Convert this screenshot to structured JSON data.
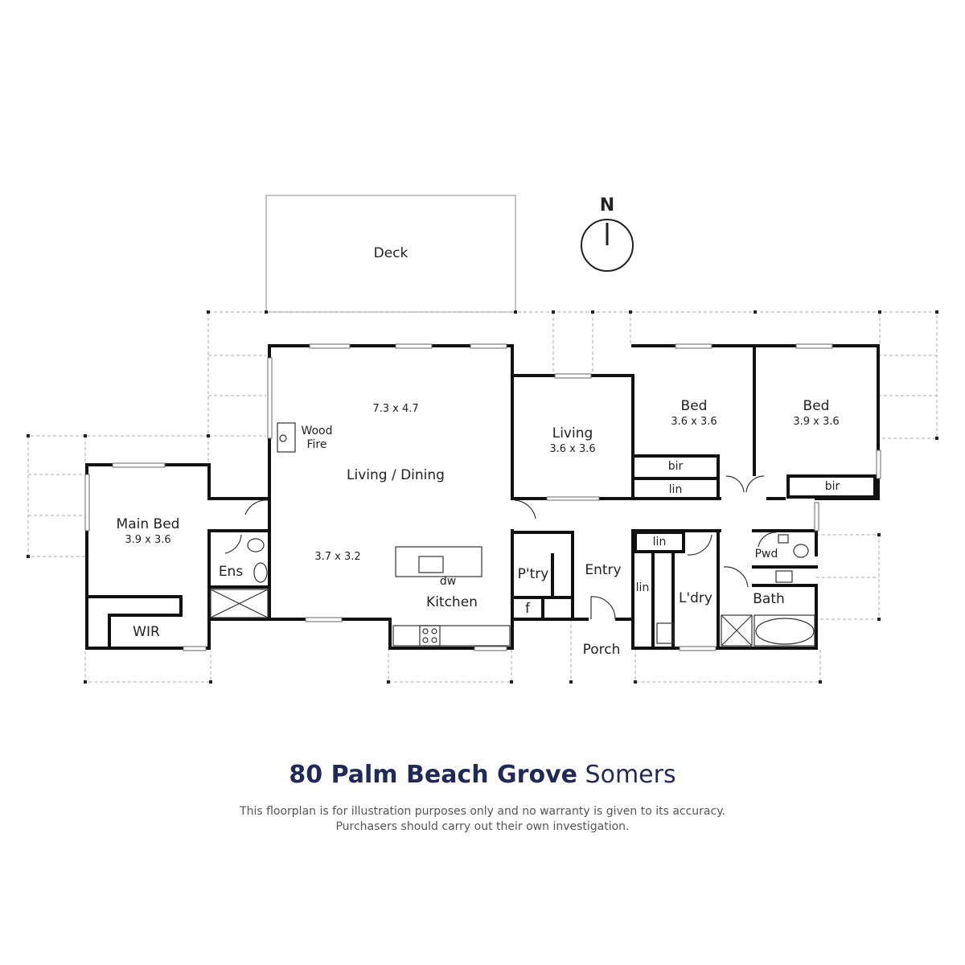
{
  "compass": {
    "label": "N"
  },
  "rooms": {
    "deck": {
      "name": "Deck"
    },
    "living_dining": {
      "dim": "7.3 x 4.7",
      "name": "Living / Dining",
      "fire_line1": "Wood",
      "fire_line2": "Fire"
    },
    "kitchen": {
      "name": "Kitchen",
      "dim": "3.7 x 3.2",
      "dw": "dw"
    },
    "living": {
      "name": "Living",
      "dim": "3.6 x 3.6"
    },
    "bed1": {
      "name": "Bed",
      "dim": "3.6 x 3.6",
      "bir_upper": "bir",
      "lin": "lin"
    },
    "bed2": {
      "name": "Bed",
      "dim": "3.9 x 3.6",
      "bir": "bir"
    },
    "main_bed": {
      "name": "Main Bed",
      "dim": "3.9 x 3.6"
    },
    "ens": {
      "name": "Ens"
    },
    "wir": {
      "name": "WIR"
    },
    "pantry": {
      "name": "P'try",
      "fridge": "f"
    },
    "entry": {
      "name": "Entry"
    },
    "porch": {
      "name": "Porch"
    },
    "laundry": {
      "name": "L'dry",
      "lin_top": "lin",
      "lin_side": "lin"
    },
    "bath": {
      "name": "Bath"
    },
    "pwd": {
      "name": "Pwd"
    }
  },
  "footer": {
    "street": "80 Palm Beach Grove",
    "suburb": "Somers",
    "disclaimer_line1": "This floorplan is for illustration purposes only and no warranty is given to its accuracy.",
    "disclaimer_line2": "Purchasers should carry out their own investigation."
  }
}
